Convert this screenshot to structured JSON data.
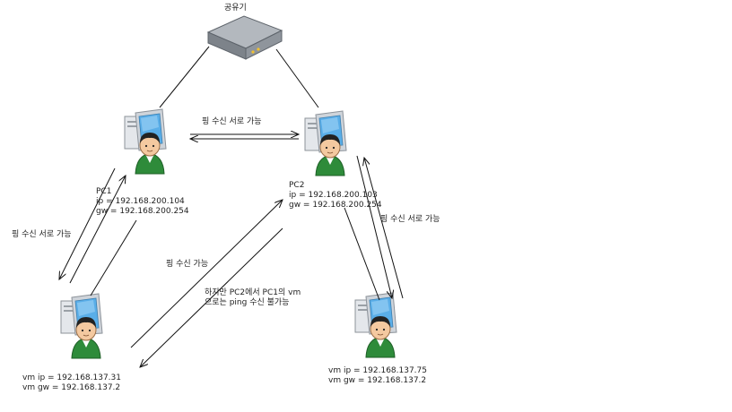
{
  "router": {
    "label": "공유기",
    "icon": "router-icon"
  },
  "pc1": {
    "name": "PC1",
    "ip": "ip = 192.168.200.104",
    "gw": "gw = 192.168.200.254",
    "icon": "user-pc-icon"
  },
  "pc2": {
    "name": "PC2",
    "ip": "ip = 192.168.200.103",
    "gw": "gw = 192.168.200.254",
    "icon": "user-pc-icon"
  },
  "vm1": {
    "ip": "vm ip = 192.168.137.31",
    "gw": "vm gw = 192.168.137.2",
    "icon": "user-pc-icon"
  },
  "vm2": {
    "ip": "vm ip = 192.168.137.75",
    "gw": "vm gw = 192.168.137.2",
    "icon": "user-pc-icon"
  },
  "labels": {
    "pc1_pc2": "핑 수신 서로 가능",
    "pc1_vm1": "핑 수신 서로 가능",
    "pc2_vm2": "핑 수신 서로 가능",
    "vm1_pc2": "핑 수신 가능",
    "note_line1": "하지만 PC2에서 PC1의 vm",
    "note_line2": "으로는 ping 수신 불가능"
  },
  "colors": {
    "line": "#111111",
    "monitor_screen": "#5aaee8",
    "case": "#dfe2e6",
    "shirt": "#2e8b3a",
    "router": "#8a9098"
  }
}
